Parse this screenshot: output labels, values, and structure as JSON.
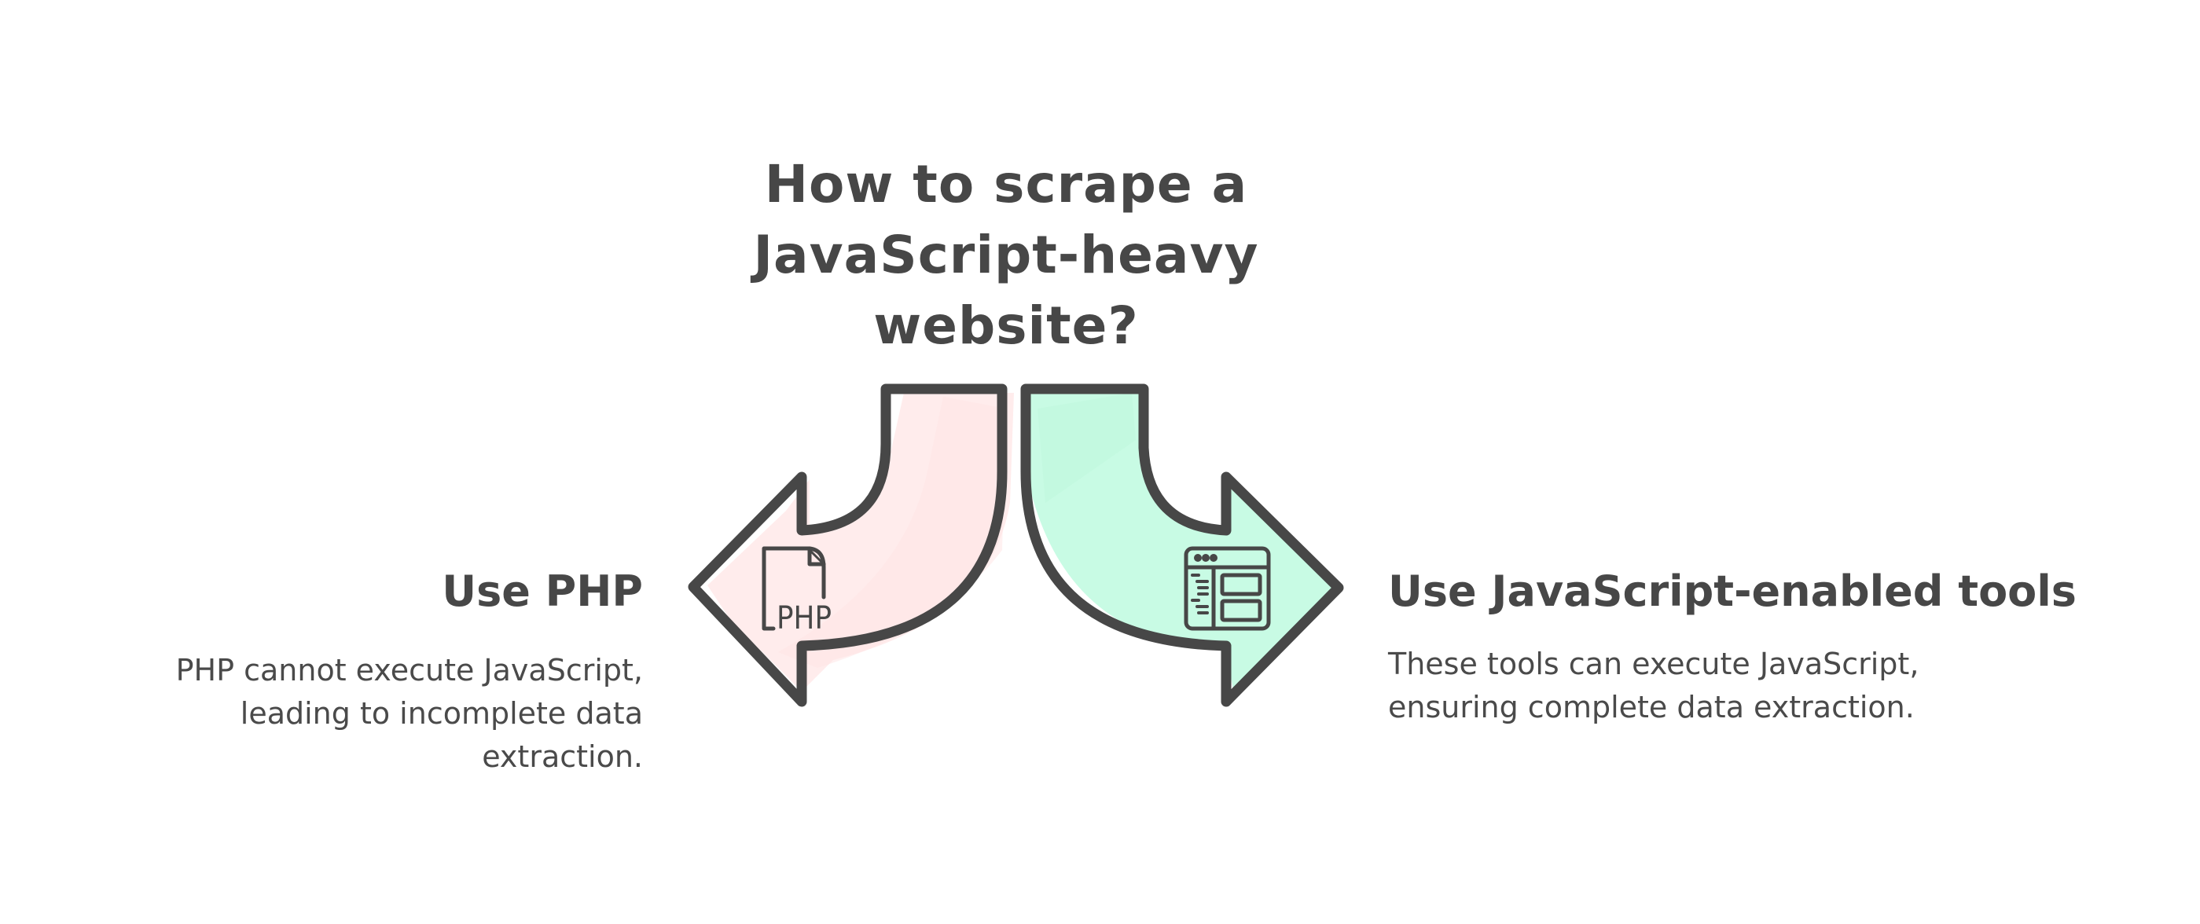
{
  "title": {
    "lines": [
      "How to scrape a",
      "JavaScript-heavy",
      "website?"
    ]
  },
  "options": [
    {
      "id": "left",
      "heading": "Use PHP",
      "description_lines": [
        "PHP cannot execute JavaScript,",
        "leading to incomplete data",
        "extraction."
      ],
      "icon": "php-file-icon",
      "icon_label": "PHP",
      "arrow_direction": "left",
      "fill_color": "#FFECEC"
    },
    {
      "id": "right",
      "heading": "Use JavaScript-enabled tools",
      "description_lines": [
        "These tools can execute JavaScript,",
        "ensuring complete data extraction."
      ],
      "icon": "browser-layout-icon",
      "arrow_direction": "right",
      "fill_color": "#C8FBE4"
    }
  ],
  "colors": {
    "stroke": "#474747",
    "text": "#474747",
    "background": "#FFFFFF"
  }
}
